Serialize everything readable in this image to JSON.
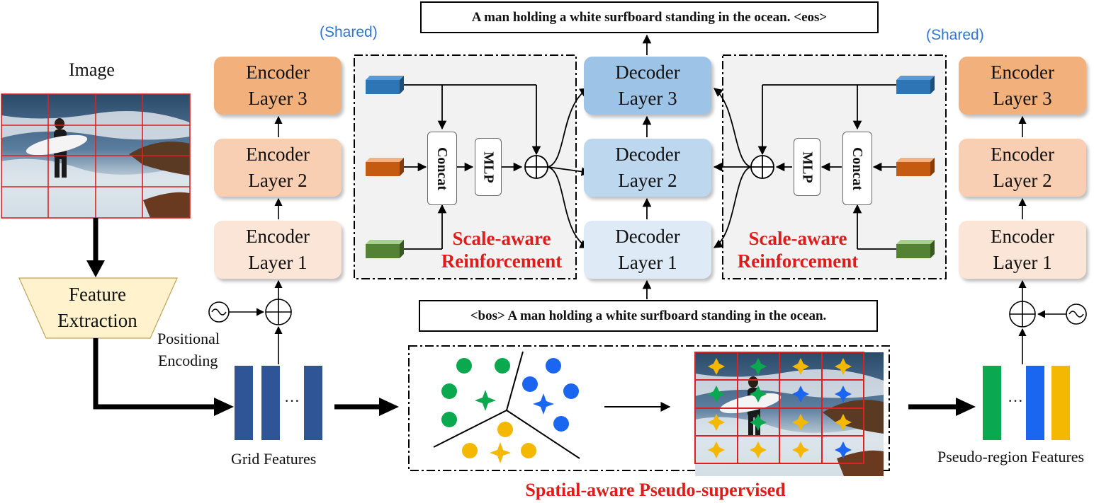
{
  "diagram": {
    "image_label": "Image",
    "feature_extraction": [
      "Feature",
      "Extraction"
    ],
    "positional_encoding": [
      "Positional",
      "Encoding"
    ],
    "grid_features_label": "Grid Features",
    "pseudo_region_label": "Pseudo-region Features",
    "spatial_label": "Spatial-aware Pseudo-supervised",
    "shared_label": "(Shared)",
    "output_sentence": "A man holding a white surfboard standing in the ocean. <eos>",
    "input_sentence": "<bos> A man holding a white surfboard standing in the ocean.",
    "encoder_left": [
      {
        "line1": "Encoder",
        "line2": "Layer 3"
      },
      {
        "line1": "Encoder",
        "line2": "Layer 2"
      },
      {
        "line1": "Encoder",
        "line2": "Layer 1"
      }
    ],
    "encoder_right": [
      {
        "line1": "Encoder",
        "line2": "Layer 3"
      },
      {
        "line1": "Encoder",
        "line2": "Layer 2"
      },
      {
        "line1": "Encoder",
        "line2": "Layer 1"
      }
    ],
    "decoder": [
      {
        "line1": "Decoder",
        "line2": "Layer 3"
      },
      {
        "line1": "Decoder",
        "line2": "Layer 2"
      },
      {
        "line1": "Decoder",
        "line2": "Layer 1"
      }
    ],
    "sar_title": [
      "Scale-aware",
      "Reinforcement"
    ],
    "concat_label": "Concat",
    "mlp_label": "MLP",
    "ellipsis": "···",
    "colors": {
      "accent_red": "#e01b1b",
      "shared_blue": "#2e75d6",
      "grid_bar": "#2f5597",
      "green": "#0aa84f",
      "blue": "#1a66f0",
      "yellow": "#f5b800",
      "cube_blue": "#2e75b6",
      "cube_orange": "#c55a11",
      "cube_green": "#548235"
    }
  }
}
